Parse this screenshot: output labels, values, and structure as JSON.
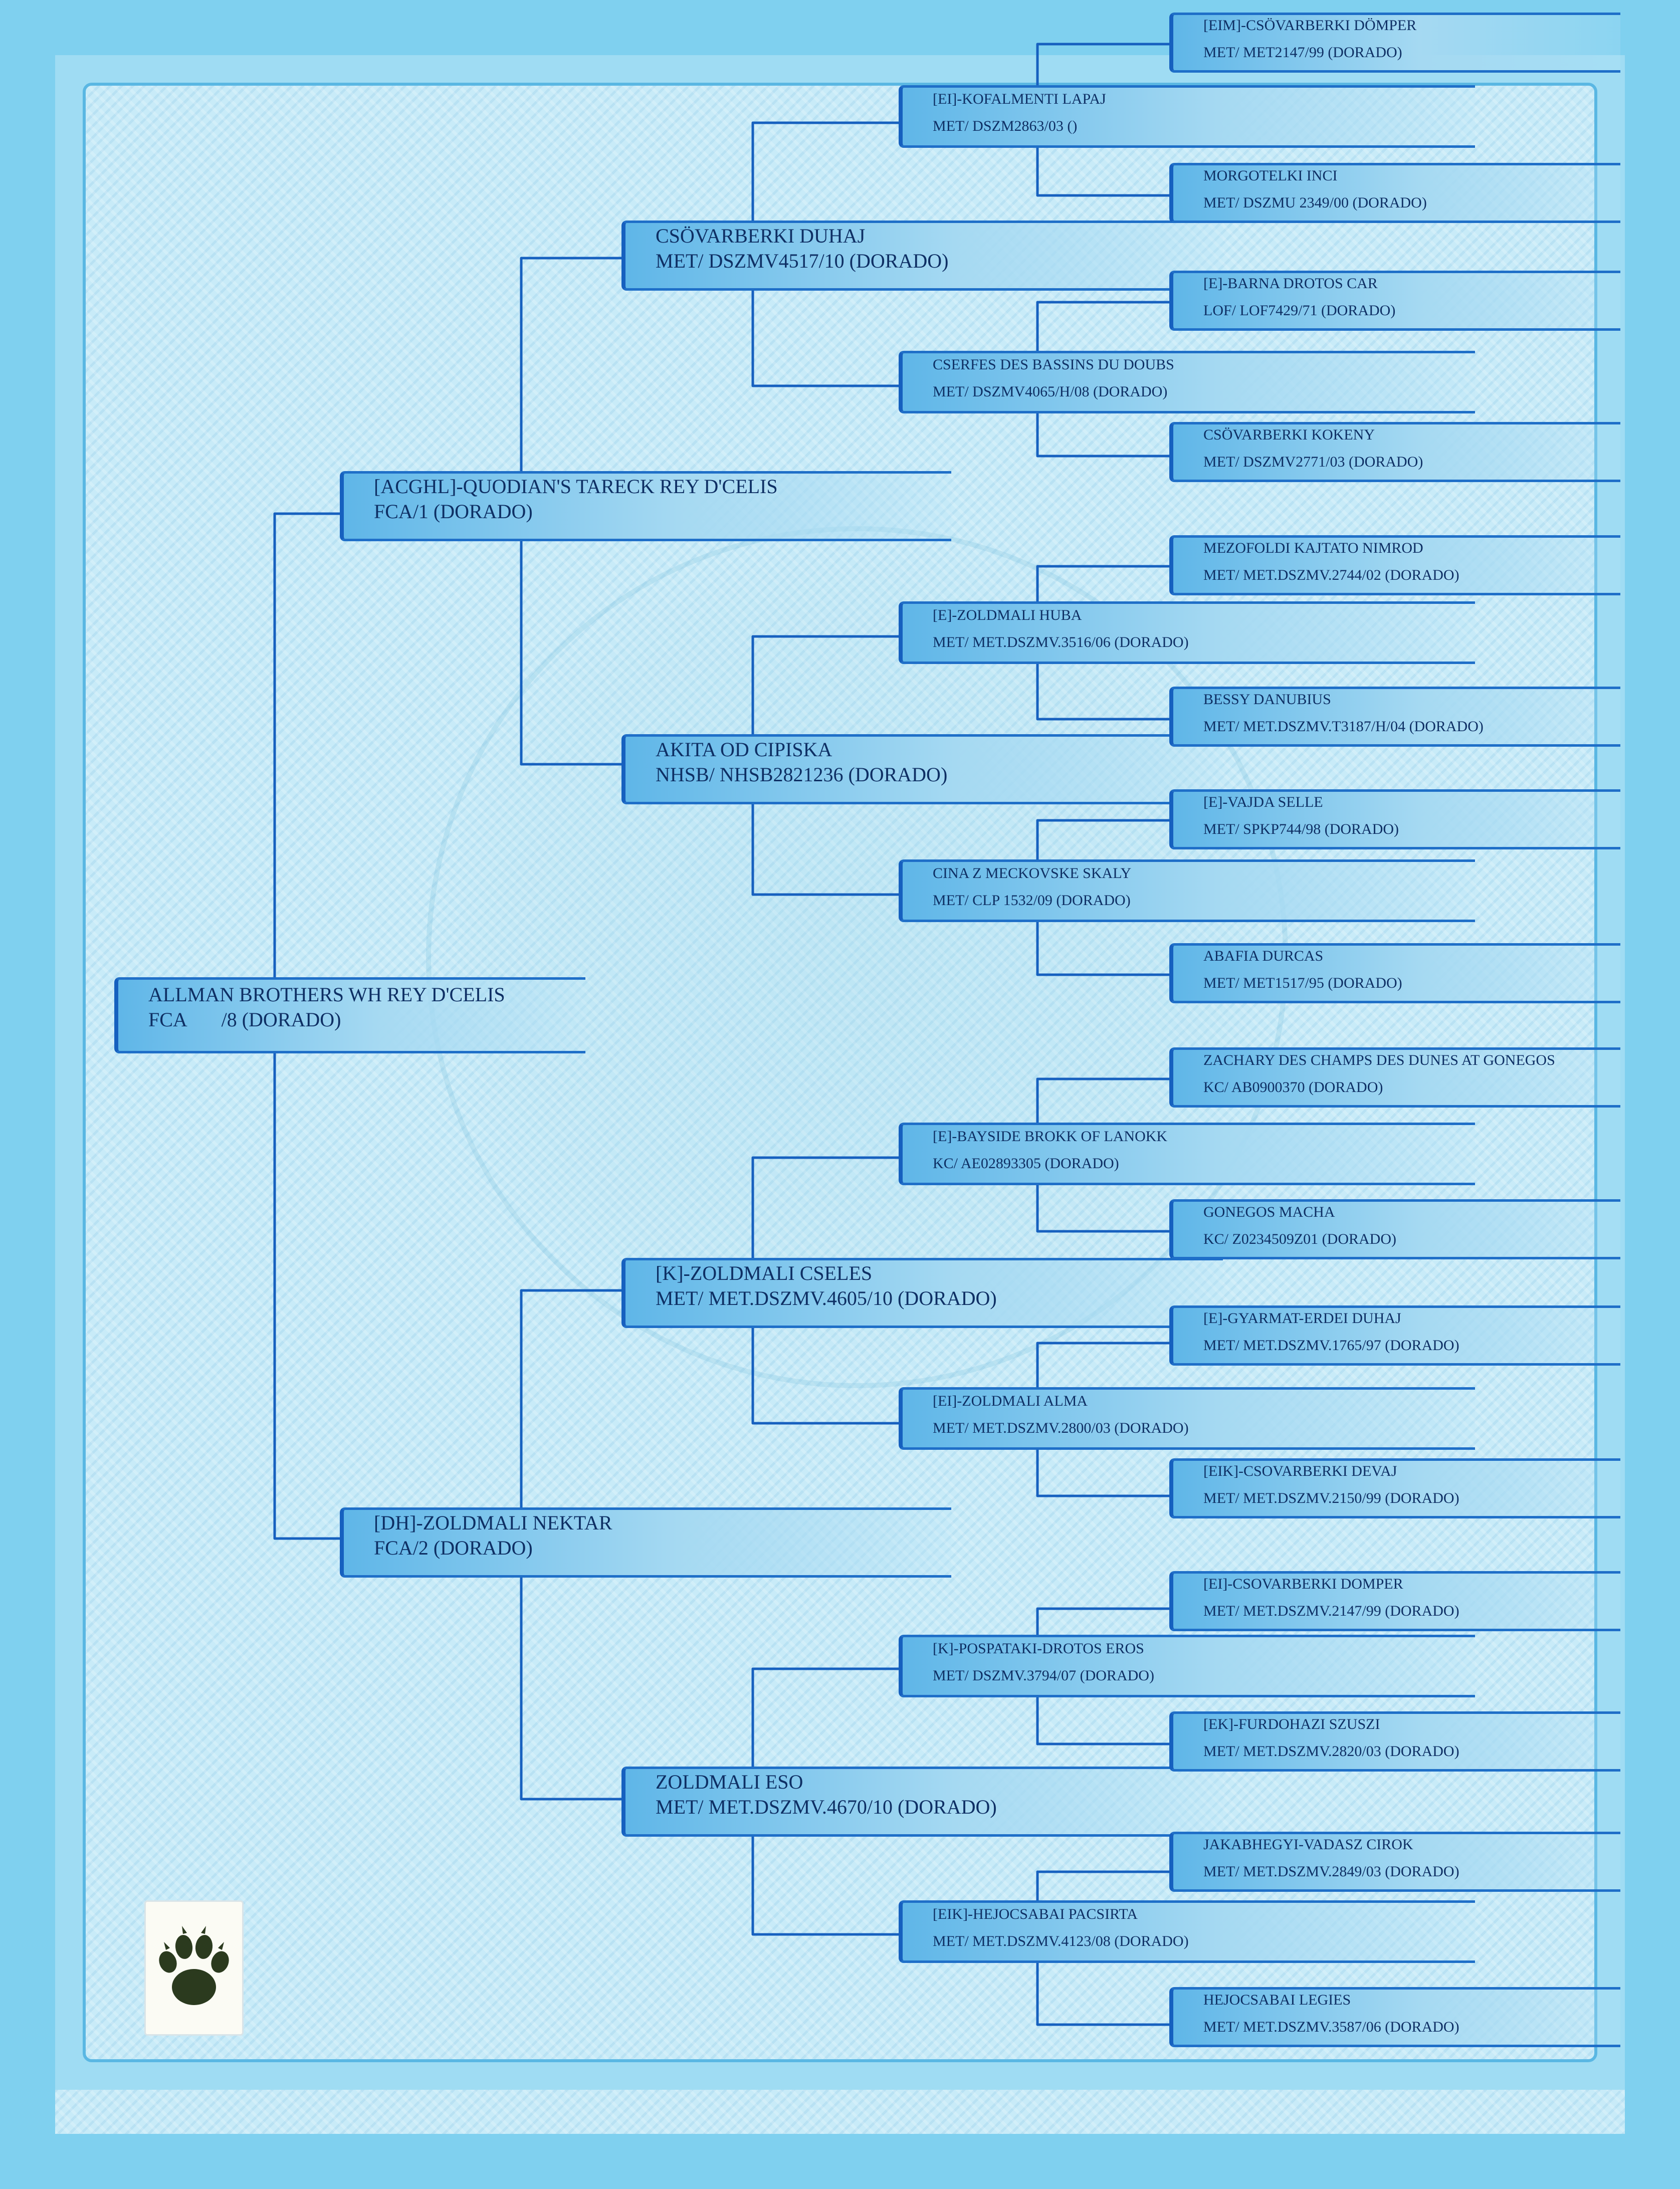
{
  "dog": {
    "name": "ALLMAN BROTHERS WH REY D'CELIS",
    "reg": "FCA       /8 (DORADO)"
  },
  "gen1": [
    {
      "name": "[ACGHL]-QUODIAN'S TARECK  REY D'CELIS",
      "reg": "FCA/1 (DORADO)"
    },
    {
      "name": "[DH]-ZOLDMALI NEKTAR",
      "reg": "FCA/2 (DORADO)"
    }
  ],
  "gen2": [
    {
      "name": "CSÖVARBERKI DUHAJ",
      "reg": "MET/ DSZMV4517/10 (DORADO)"
    },
    {
      "name": "AKITA OD CIPISKA",
      "reg": "NHSB/ NHSB2821236 (DORADO)"
    },
    {
      "name": "[K]-ZOLDMALI CSELES",
      "reg": "MET/ MET.DSZMV.4605/10 (DORADO)"
    },
    {
      "name": "ZOLDMALI ESO",
      "reg": "MET/ MET.DSZMV.4670/10 (DORADO)"
    }
  ],
  "gen3": [
    {
      "name": "[EI]-KOFALMENTI LAPAJ",
      "reg": "MET/ DSZM2863/03 ()"
    },
    {
      "name": "CSERFES DES BASSINS DU DOUBS",
      "reg": "MET/ DSZMV4065/H/08 (DORADO)"
    },
    {
      "name": "[E]-ZOLDMALI HUBA",
      "reg": "MET/ MET.DSZMV.3516/06 (DORADO)"
    },
    {
      "name": "CINA Z MECKOVSKE SKALY",
      "reg": "MET/ CLP 1532/09 (DORADO)"
    },
    {
      "name": "[E]-BAYSIDE BROKK OF LANOKK",
      "reg": "KC/ AE02893305 (DORADO)"
    },
    {
      "name": "[EI]-ZOLDMALI ALMA",
      "reg": "MET/ MET.DSZMV.2800/03 (DORADO)"
    },
    {
      "name": "[K]-POSPATAKI-DROTOS EROS",
      "reg": "MET/ DSZMV.3794/07 (DORADO)"
    },
    {
      "name": "[EIK]-HEJOCSABAI PACSIRTA",
      "reg": "MET/ MET.DSZMV.4123/08 (DORADO)"
    }
  ],
  "gen4": [
    {
      "name": "[EIM]-CSÖVARBERKI DÖMPER",
      "reg": "MET/ MET2147/99 (DORADO)"
    },
    {
      "name": "MORGOTELKI INCI",
      "reg": "MET/ DSZMU 2349/00 (DORADO)"
    },
    {
      "name": "[E]-BARNA DROTOS CAR",
      "reg": "LOF/ LOF7429/71 (DORADO)"
    },
    {
      "name": "CSÖVARBERKI KOKENY",
      "reg": "MET/ DSZMV2771/03 (DORADO)"
    },
    {
      "name": "MEZOFOLDI KAJTATO NIMROD",
      "reg": "MET/ MET.DSZMV.2744/02 (DORADO)"
    },
    {
      "name": "BESSY DANUBIUS",
      "reg": "MET/ MET.DSZMV.T3187/H/04 (DORADO)"
    },
    {
      "name": "[E]-VAJDA SELLE",
      "reg": "MET/ SPKP744/98 (DORADO)"
    },
    {
      "name": "ABAFIA DURCAS",
      "reg": "MET/ MET1517/95 (DORADO)"
    },
    {
      "name": "ZACHARY DES CHAMPS DES DUNES AT GONEGOS",
      "reg": "KC/ AB0900370 (DORADO)"
    },
    {
      "name": "GONEGOS MACHA",
      "reg": "KC/ Z0234509Z01 (DORADO)"
    },
    {
      "name": "[E]-GYARMAT-ERDEI DUHAJ",
      "reg": "MET/ MET.DSZMV.1765/97 (DORADO)"
    },
    {
      "name": "[EIK]-CSOVARBERKI DEVAJ",
      "reg": "MET/ MET.DSZMV.2150/99 (DORADO)"
    },
    {
      "name": "[EI]-CSOVARBERKI DOMPER",
      "reg": "MET/ MET.DSZMV.2147/99 (DORADO)"
    },
    {
      "name": "[EK]-FURDOHAZI SZUSZI",
      "reg": "MET/ MET.DSZMV.2820/03 (DORADO)"
    },
    {
      "name": "JAKABHEGYI-VADASZ CIROK",
      "reg": "MET/ MET.DSZMV.2849/03 (DORADO)"
    },
    {
      "name": "HEJOCSABAI LEGIES",
      "reg": "MET/ MET.DSZMV.3587/06 (DORADO)"
    }
  ],
  "logo": "paw-print-icon",
  "colors": {
    "paper": "#bfe6f5",
    "border": "#7fd0ef",
    "line": "#1660bf",
    "text": "#0e2f64",
    "paw": "#2b3a1e"
  }
}
